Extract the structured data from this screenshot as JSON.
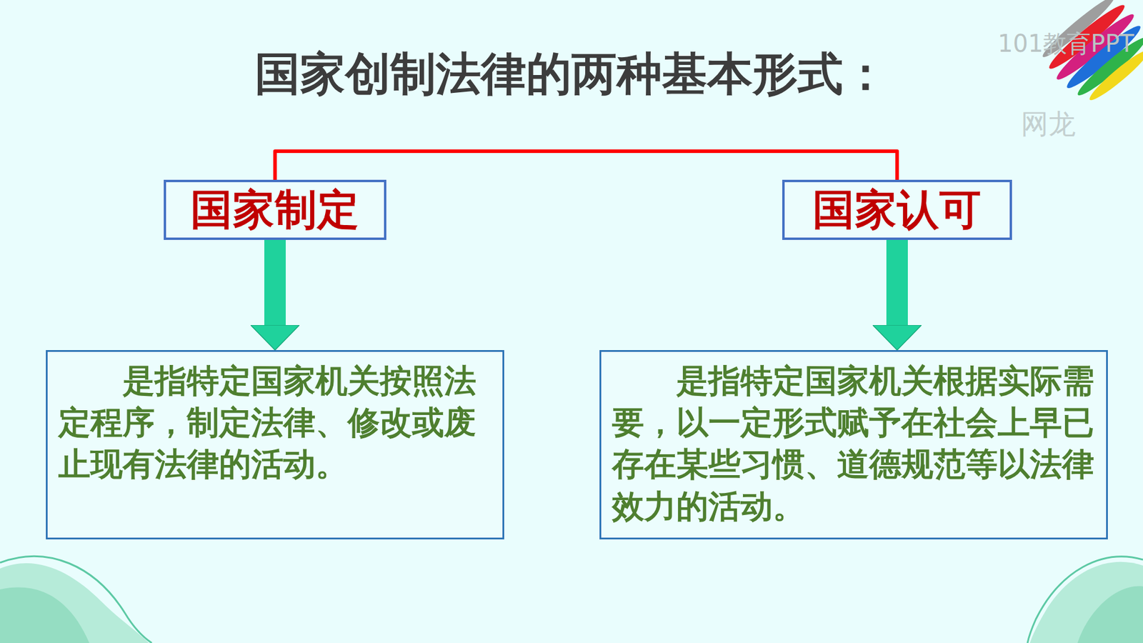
{
  "diagram": {
    "title": "国家创制法律的两种基本形式：",
    "nodes": [
      {
        "text": [
          "国家制定"
        ]
      },
      {
        "text": [
          "国家认可"
        ]
      },
      {
        "text": [
          "是指特定国家机关按照法定程序，制定法律、修改或废止现有法律的活动。"
        ]
      },
      {
        "text": [
          "是指特定国家机关根据实际需要，以一定形式赋予在社会上早已存在某些习惯、道德规范等以法律效力的活动。"
        ]
      }
    ],
    "edges": [
      {
        "from": 0,
        "to": 1,
        "arrow": "none"
      },
      {
        "from": 0,
        "to": 2,
        "arrow": "to"
      },
      {
        "from": 1,
        "to": 3,
        "arrow": "to"
      }
    ],
    "labels": [
      "101教育PPT",
      "网龙"
    ]
  }
}
